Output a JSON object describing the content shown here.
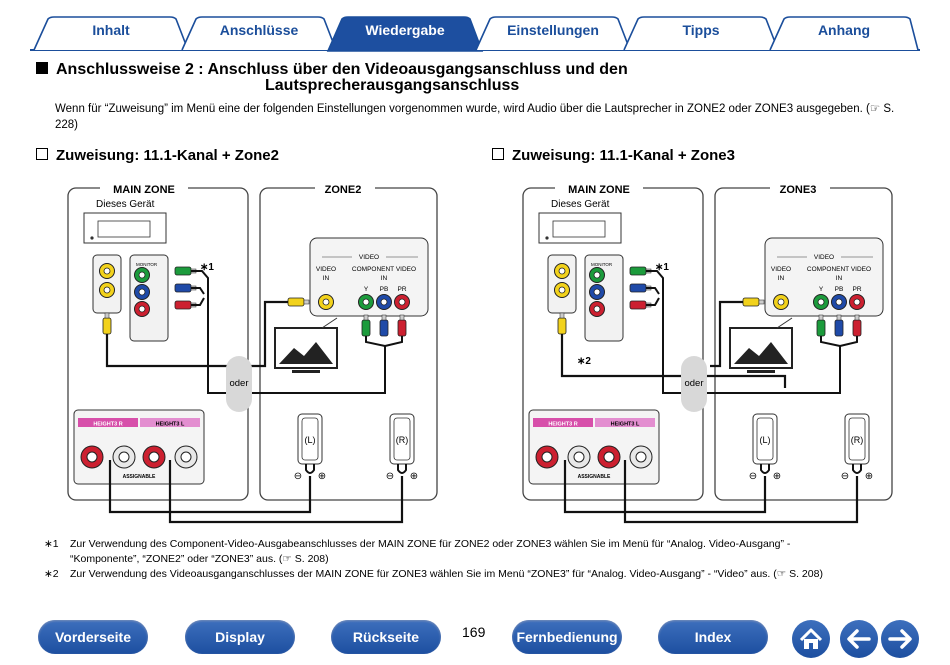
{
  "tabs": [
    "Inhalt",
    "Anschlüsse",
    "Wiedergabe",
    "Einstellungen",
    "Tipps",
    "Anhang"
  ],
  "colors": {
    "brand": "#1d4fa0",
    "tab_active": "#1d4fa0",
    "tab_border": "#1b4e9b",
    "green": "#1c9b3c",
    "blue": "#1f4aa8",
    "red": "#cc2030",
    "yellow": "#f2d21c",
    "height3": "#d74faa",
    "height3l": "#e38ed0"
  },
  "heading": {
    "line1": "Anschlussweise 2 : Anschluss über den Videoausgangsanschluss und den",
    "line2": "Lautsprecherausgangsanschluss"
  },
  "intro": "Wenn für “Zuweisung” im Menü eine der folgenden Einstellungen vorgenommen wurde, wird Audio über die Lautsprecher in ZONE2 oder ZONE3 ausgegeben.",
  "intro_ref": "(☞ S. 228)",
  "subheadings": [
    "Zuweisung: 11.1-Kanal + Zone2",
    "Zuweisung: 11.1-Kanal + Zone3"
  ],
  "diagram": {
    "main_zone": "MAIN ZONE",
    "device": "Dieses Gerät",
    "zones": [
      "ZONE2",
      "ZONE3"
    ],
    "video_title": "VIDEO",
    "video_in": [
      "VIDEO",
      "IN"
    ],
    "component": [
      "COMPONENT VIDEO",
      "IN"
    ],
    "comp_labels": [
      "Y",
      "PB",
      "PR"
    ],
    "or": "oder",
    "speakers": [
      "(L)",
      "(R)"
    ],
    "minus": "⊖",
    "plus": "⊕",
    "height3_r": "HEIGHT3 R",
    "height3_l": "HEIGHT3 L",
    "assignable": "ASSIGNABLE",
    "monitor": "MONITOR",
    "zone_label": "ZONE2",
    "marker1": "∗1",
    "marker2": "∗2"
  },
  "footnotes": [
    {
      "marker": "∗1",
      "line1": "Zur Verwendung des Component-Video-Ausgabeanschlusses der MAIN ZONE für ZONE2 oder ZONE3 wählen Sie im Menü für “Analog. Video-Ausgang” -",
      "line2": "“Komponente”, “ZONE2” oder “ZONE3” aus.  (☞ S. 208)"
    },
    {
      "marker": "∗2",
      "line1": "Zur Verwendung des Videoausganganschlusses der MAIN ZONE für ZONE3 wählen Sie im Menü “ZONE3” für “Analog. Video-Ausgang” - “Video” aus.  (☞ S. 208)"
    }
  ],
  "nav": [
    "Vorderseite",
    "Display",
    "Rückseite",
    "Fernbedienung",
    "Index"
  ],
  "page_number": "169",
  "icons": [
    "home-icon",
    "arrow-left-icon",
    "arrow-right-icon"
  ]
}
